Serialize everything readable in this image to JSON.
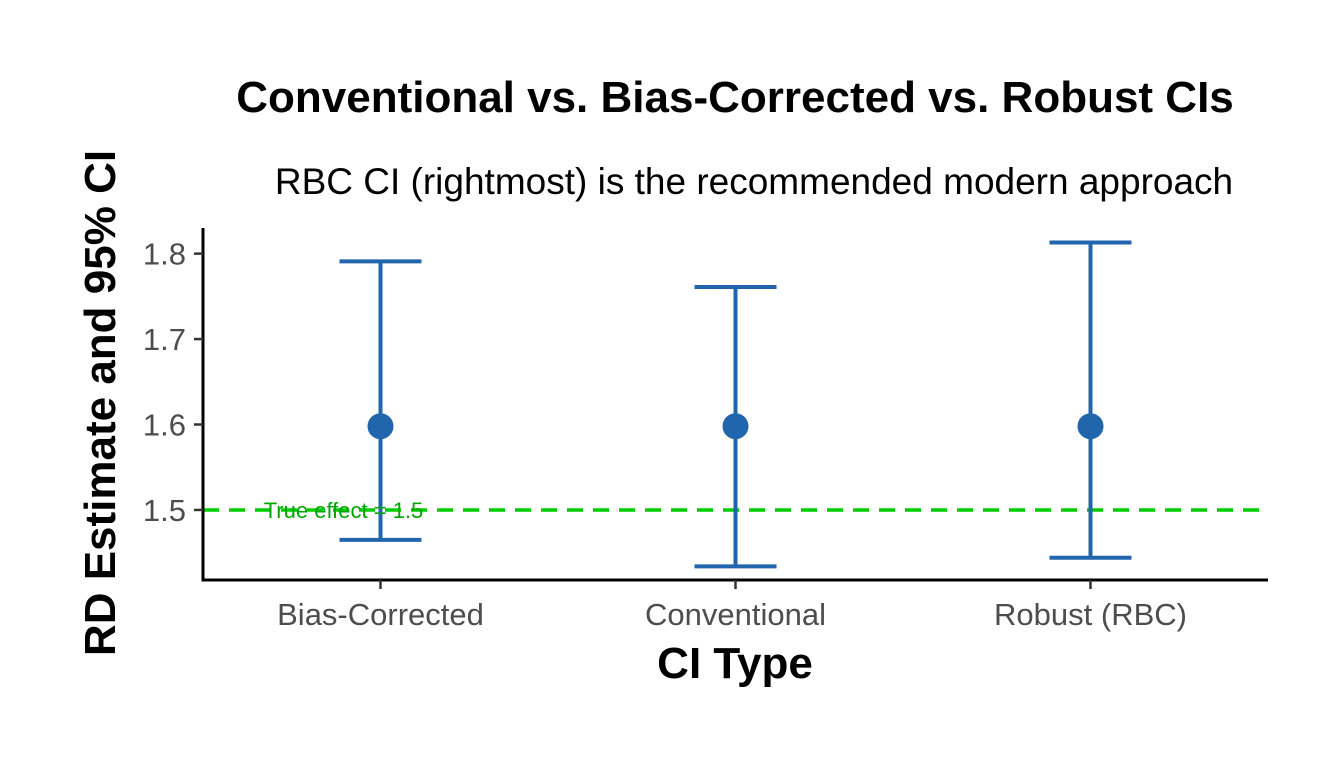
{
  "chart_data": {
    "type": "errorbar",
    "title": "Conventional vs. Bias-Corrected vs. Robust CIs",
    "subtitle": "RBC CI (rightmost) is the recommended modern approach",
    "xlabel": "CI Type",
    "ylabel": "RD Estimate and 95% CI",
    "categories": [
      "Bias-Corrected",
      "Conventional",
      "Robust (RBC)"
    ],
    "estimates": [
      1.598,
      1.598,
      1.598
    ],
    "lower": [
      1.465,
      1.434,
      1.444
    ],
    "upper": [
      1.791,
      1.761,
      1.813
    ],
    "ylim": [
      1.418,
      1.83
    ],
    "yticks": [
      1.5,
      1.6,
      1.7,
      1.8
    ],
    "ytick_labels": [
      "1.5",
      "1.6",
      "1.7",
      "1.8"
    ],
    "reference_line": {
      "y": 1.5,
      "label": "True effect = 1.5",
      "style": "dashed"
    },
    "colors": {
      "point": "#2166ac",
      "reference": "#00cc00",
      "annotation": "#00a600",
      "axis": "#000000",
      "tick_text": "#4d4d4d"
    },
    "grid": false,
    "legend": "none"
  }
}
